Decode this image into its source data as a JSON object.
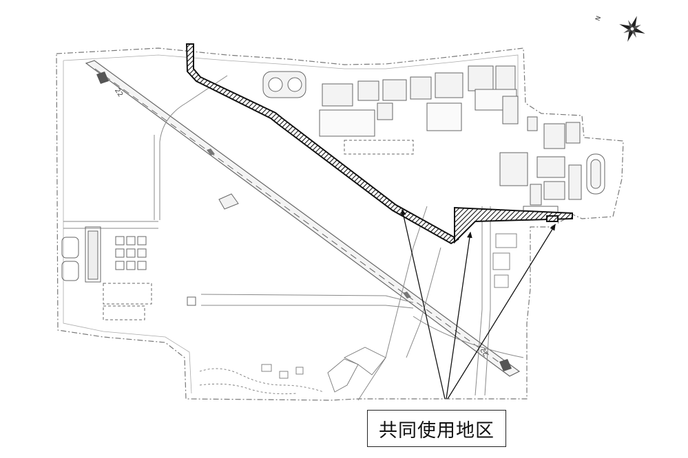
{
  "legend": {
    "shared_use_area": "共同使用地区"
  },
  "compass": {
    "north_letter": "N"
  },
  "runway": {
    "end_a_marking": "22",
    "end_b_marking": "22"
  },
  "colors": {
    "line": "#555555",
    "hatch": "#111111",
    "background": "#ffffff"
  }
}
